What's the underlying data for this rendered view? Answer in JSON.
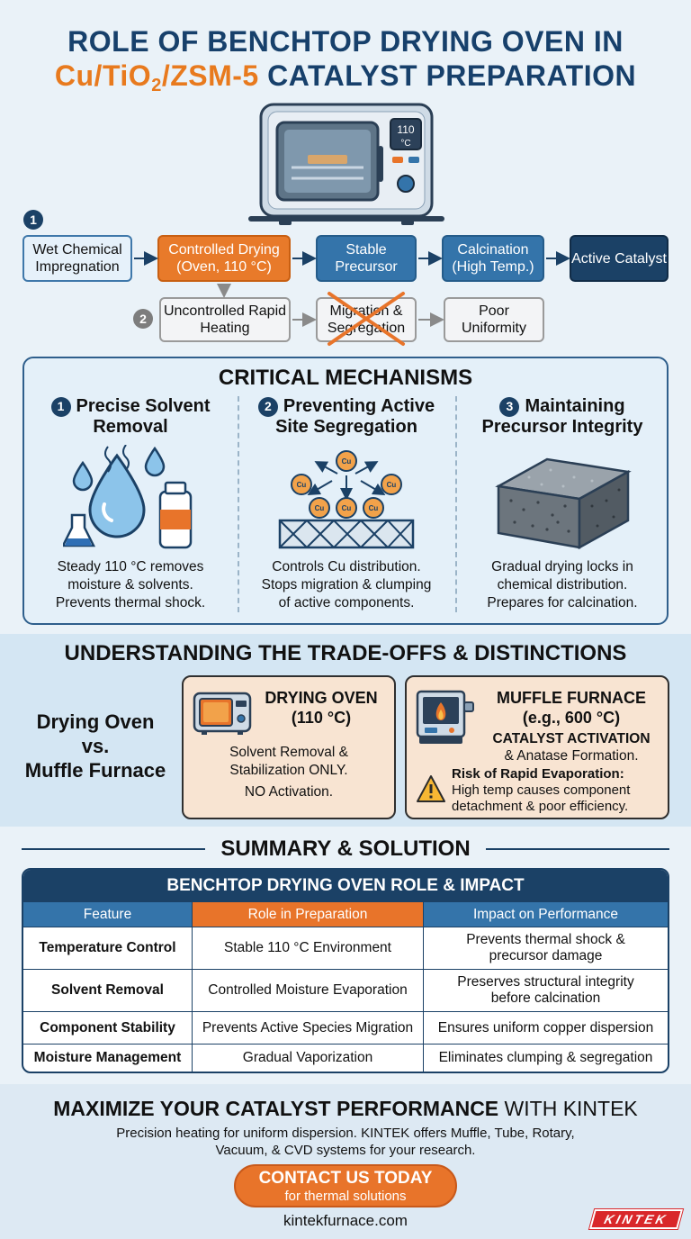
{
  "header": {
    "title_line1": "ROLE OF BENCHTOP DRYING OVEN IN",
    "title_line2_formula_a": "Cu/TiO",
    "title_line2_sub": "2",
    "title_line2_formula_b": "/ZSM-5",
    "title_line2_rest": " CATALYST PREPARATION"
  },
  "oven_illustration": {
    "display": "110",
    "unit": "°C"
  },
  "flow": {
    "path1_number": "1",
    "path2_number": "2",
    "step_wet": "Wet Chemical Impregnation",
    "step_drying": "Controlled Drying (Oven, 110 °C)",
    "step_stable": "Stable Precursor",
    "step_calc": "Calcination (High Temp.)",
    "step_active": "Active Catalyst",
    "bad_heating": "Uncontrolled Rapid Heating",
    "bad_migration": "Migration & Segregation",
    "bad_uniformity": "Poor Uniformity"
  },
  "mechanisms": {
    "title": "CRITICAL MECHANISMS",
    "items": [
      {
        "num": "1",
        "heading": "Precise Solvent Removal",
        "text_l1": "Steady 110 °C removes",
        "text_l2": "moisture & solvents.",
        "text_l3": "Prevents thermal shock."
      },
      {
        "num": "2",
        "heading": "Preventing Active Site Segregation",
        "text_l1": "Controls Cu distribution.",
        "text_l2": "Stops migration & clumping",
        "text_l3": "of active components."
      },
      {
        "num": "3",
        "heading": "Maintaining Precursor Integrity",
        "text_l1": "Gradual drying locks in",
        "text_l2": "chemical distribution.",
        "text_l3": "Prepares for calcination."
      }
    ],
    "cu_label": "Cu"
  },
  "tradeoffs": {
    "title": "UNDERSTANDING THE TRADE-OFFS & DISTINCTIONS",
    "side_l1": "Drying Oven",
    "side_l2": "vs.",
    "side_l3": "Muffle Furnace",
    "oven_card": {
      "title_l1": "DRYING OVEN",
      "title_l2": "(110 °C)",
      "text_l1": "Solvent Removal &",
      "text_l2": "Stabilization ONLY.",
      "text_l3": "NO Activation."
    },
    "furnace_card": {
      "title_l1": "MUFFLE FURNACE",
      "title_l2": "(e.g., 600 °C)",
      "activation_bold": "CATALYST ACTIVATION",
      "activation_rest": "& Anatase Formation.",
      "risk_title": "Risk of Rapid Evaporation:",
      "risk_l1": "High temp causes component",
      "risk_l2": "detachment & poor efficiency."
    }
  },
  "summary": {
    "title": "SUMMARY & SOLUTION",
    "table_title": "BENCHTOP DRYING OVEN ROLE & IMPACT",
    "columns": [
      "Feature",
      "Role in Preparation",
      "Impact on Performance"
    ],
    "rows": [
      [
        "Temperature Control",
        "Stable 110 °C Environment",
        "Prevents thermal shock & precursor damage"
      ],
      [
        "Solvent Removal",
        "Controlled Moisture Evaporation",
        "Preserves structural integrity before calcination"
      ],
      [
        "Component Stability",
        "Prevents Active Species Migration",
        "Ensures uniform copper dispersion"
      ],
      [
        "Moisture Management",
        "Gradual Vaporization",
        "Eliminates clumping & segregation"
      ]
    ]
  },
  "footer": {
    "headline_bold": "MAXIMIZE YOUR CATALYST PERFORMANCE",
    "headline_rest": " WITH KINTEK",
    "desc_l1": "Precision heating for uniform dispersion. KINTEK offers Muffle, Tube, Rotary,",
    "desc_l2": "Vacuum, & CVD systems for your research.",
    "cta_main": "CONTACT US TODAY",
    "cta_sub": "for thermal solutions",
    "url": "kintekfurnace.com",
    "logo": "KINTEK"
  },
  "colors": {
    "navy": "#17406b",
    "orange": "#e87a1e",
    "blue": "#3474aa",
    "panel": "#e4f0f9"
  }
}
